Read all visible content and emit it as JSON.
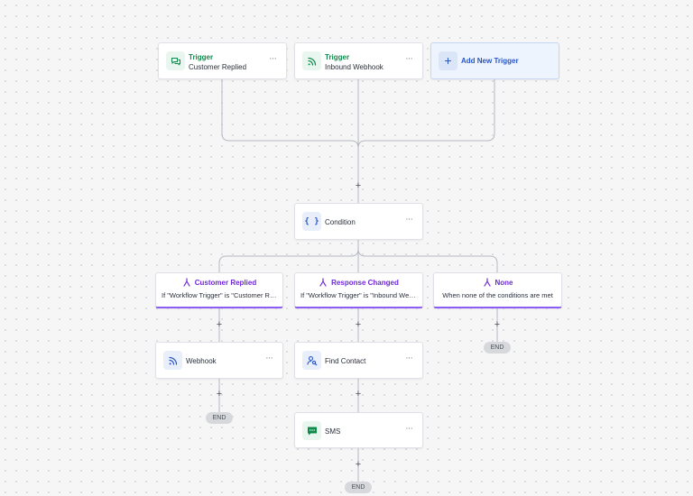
{
  "triggers": [
    {
      "kind": "Trigger",
      "name": "Customer Replied",
      "icon": "chat-bubbles-icon"
    },
    {
      "kind": "Trigger",
      "name": "Inbound Webhook",
      "icon": "webhook-icon"
    }
  ],
  "add_trigger": {
    "label": "Add New Trigger",
    "icon": "plus-icon"
  },
  "condition": {
    "label": "Condition",
    "icon": "braces-icon"
  },
  "branches": [
    {
      "title": "Customer Replied",
      "desc": "If \"Workflow Trigger\" is \"Customer Re..."
    },
    {
      "title": "Response Changed",
      "desc": "If \"Workflow Trigger\" is \"Inbound Web..."
    },
    {
      "title": "None",
      "desc": "When none of the conditions are met"
    }
  ],
  "actions": {
    "webhook": {
      "label": "Webhook",
      "icon": "webhook-icon"
    },
    "find_contact": {
      "label": "Find Contact",
      "icon": "person-search-icon"
    },
    "sms": {
      "label": "SMS",
      "icon": "sms-icon"
    }
  },
  "end_label": "END",
  "menu_glyph": "···",
  "plus_glyph": "+",
  "colors": {
    "trigger_green": "#0e8a4a",
    "branch_purple": "#6d28d9",
    "branch_underline": "#8b5cf6",
    "link_blue": "#2855c6",
    "wire": "#b4b8c0"
  }
}
